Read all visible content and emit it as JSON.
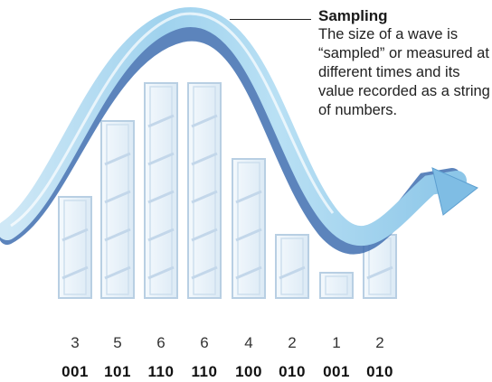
{
  "caption": {
    "title": "Sampling",
    "body": "The size of a wave is “sampled” or measured at different times and its value recorded as a string of numbers."
  },
  "colors": {
    "wave_light": "#d9eef8",
    "wave_mid": "#8ec8e8",
    "wave_dark": "#3f6fb0",
    "bar_fill": "#e9f3fa",
    "bar_edge": "#b8cfe3"
  },
  "samples": [
    {
      "value": "3",
      "binary": "001",
      "level": 3
    },
    {
      "value": "5",
      "binary": "101",
      "level": 5
    },
    {
      "value": "6",
      "binary": "110",
      "level": 6
    },
    {
      "value": "6",
      "binary": "110",
      "level": 6
    },
    {
      "value": "4",
      "binary": "100",
      "level": 4
    },
    {
      "value": "2",
      "binary": "010",
      "level": 2
    },
    {
      "value": "1",
      "binary": "001",
      "level": 1
    },
    {
      "value": "2",
      "binary": "010",
      "level": 2
    }
  ]
}
